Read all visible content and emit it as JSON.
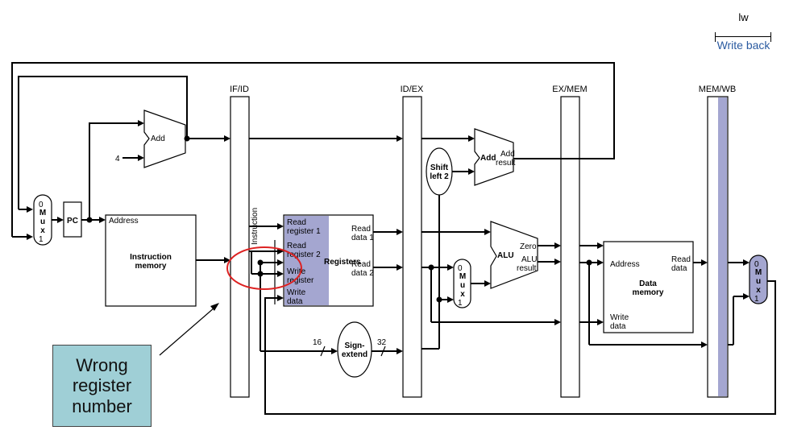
{
  "stage_indicator": {
    "instruction": "lw",
    "stage": "Write back"
  },
  "pipeline_registers": [
    "IF/ID",
    "ID/EX",
    "EX/MEM",
    "MEM/WB"
  ],
  "callout": {
    "text": "Wrong\nregister\nnumber"
  },
  "units": {
    "pc": "PC",
    "add_pc": "Add",
    "const_four": "4",
    "mux_pc": [
      "0",
      "M",
      "u",
      "x",
      "1"
    ],
    "instruction_memory": {
      "address": "Address",
      "title_line1": "Instruction",
      "title_line2": "memory"
    },
    "instruction_label": "Instruction",
    "registers": {
      "read_reg1_line1": "Read",
      "read_reg1_line2": "register 1",
      "read_reg2_line1": "Read",
      "read_reg2_line2": "register 2",
      "write_reg_line1": "Write",
      "write_reg_line2": "register",
      "write_data_line1": "Write",
      "write_data_line2": "data",
      "read_data1_line1": "Read",
      "read_data1_line2": "data 1",
      "read_data2_line1": "Read",
      "read_data2_line2": "data 2",
      "title": "Registers"
    },
    "sign_extend": {
      "line1": "Sign-",
      "line2": "extend",
      "in_width": "16",
      "out_width": "32"
    },
    "shift_left": {
      "line1": "Shift",
      "line2": "left 2"
    },
    "add_branch": {
      "title": "Add",
      "out_line1": "Add",
      "out_line2": "result"
    },
    "alu": {
      "title": "ALU",
      "zero": "Zero",
      "result_line1": "ALU",
      "result_line2": "result"
    },
    "mux_alu": [
      "0",
      "M",
      "u",
      "x",
      "1"
    ],
    "data_memory": {
      "address": "Address",
      "read_line1": "Read",
      "read_line2": "data",
      "write_line1": "Write",
      "write_line2": "data",
      "title_line1": "Data",
      "title_line2": "memory"
    },
    "mux_wb": [
      "0",
      "M",
      "u",
      "x",
      "1"
    ]
  },
  "colors": {
    "highlight": "#a4a6d0",
    "callout_fill": "#9fcfd6",
    "circle": "#dd2222",
    "stage_text": "#2a5aa0"
  }
}
